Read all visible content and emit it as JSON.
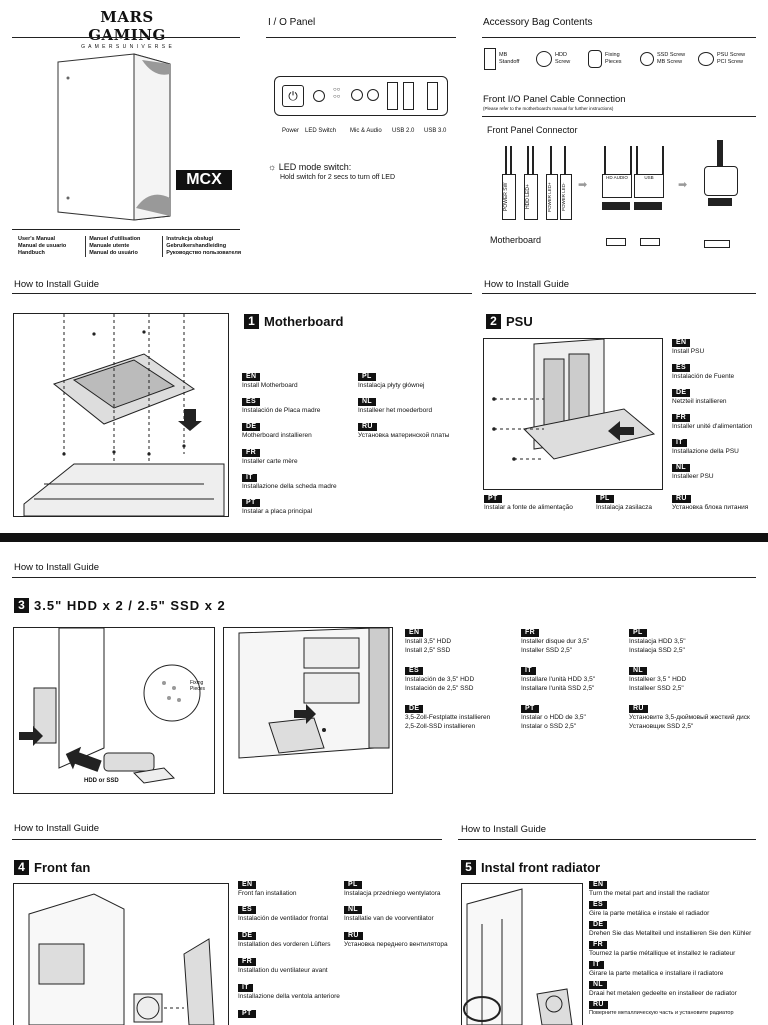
{
  "brand": {
    "name": "MARS GAMING",
    "tagline": "G A M E R S   U N I V E R S E",
    "model": "MCX"
  },
  "manual_titles": {
    "col1": [
      "User's Manual",
      "Manual de usuario",
      "Handbuch"
    ],
    "col2": [
      "Manuel d'utilisation",
      "Manuale utente",
      "Manual do usuário"
    ],
    "col3": [
      "Instrukcja obsługi",
      "Gebruikershandleiding",
      "Руководство пользователя"
    ]
  },
  "io_panel": {
    "title": "I / O Panel",
    "labels": [
      "Power",
      "LED Switch",
      "Mic & Audio",
      "USB 2.0",
      "USB 3.0"
    ],
    "led_title": "LED mode switch:",
    "led_desc": "Hold switch for 2 secs to turn off LED"
  },
  "accessory": {
    "title": "Accessory Bag Contents",
    "items": [
      {
        "l1": "MB",
        "l2": "Standoff"
      },
      {
        "l1": "HDD",
        "l2": "Screw"
      },
      {
        "l1": "Fixing",
        "l2": "Pieces"
      },
      {
        "l1": "SSD Screw",
        "l2": "MB Screw"
      },
      {
        "l1": "PSU Screw",
        "l2": "PCI Screw"
      }
    ]
  },
  "front_io": {
    "title": "Front I/O Panel Cable Connection",
    "note": "(Please refer to the motherboard's manual for further instructions)",
    "connector_title": "Front Panel Connector",
    "motherboard": "Motherboard",
    "cables": [
      "POWER SW",
      "HDD LED+",
      "POWER LED+",
      "POWER LED-"
    ],
    "plug_labels": [
      "HD AUDIO",
      "USB"
    ]
  },
  "guide_heading": "How to Install Guide",
  "steps": {
    "s1": {
      "num": "1",
      "title": "Motherboard",
      "langs": [
        {
          "code": "EN",
          "text": "Install Motherboard"
        },
        {
          "code": "PL",
          "text": "Instalacja płyty głównej"
        },
        {
          "code": "ES",
          "text": "Instalación de Placa madre"
        },
        {
          "code": "NL",
          "text": "Installeer het moederbord"
        },
        {
          "code": "DE",
          "text": "Motherboard installieren"
        },
        {
          "code": "RU",
          "text": "Установка материнской платы"
        },
        {
          "code": "FR",
          "text": "Installer carte mère"
        },
        {
          "code": "IT",
          "text": "Installazione della scheda madre"
        },
        {
          "code": "PT",
          "text": "Instalar a placa principal"
        }
      ]
    },
    "s2": {
      "num": "2",
      "title": "PSU",
      "langs": [
        {
          "code": "EN",
          "text": "Install PSU"
        },
        {
          "code": "ES",
          "text": "Instalación de Fuente"
        },
        {
          "code": "DE",
          "text": "Netzteil installieren"
        },
        {
          "code": "FR",
          "text": "Installer unité d'alimentation"
        },
        {
          "code": "IT",
          "text": "Installazione della PSU"
        },
        {
          "code": "NL",
          "text": "Installeer PSU"
        },
        {
          "code": "PT",
          "text": "Instalar a fonte de alimentação"
        },
        {
          "code": "PL",
          "text": "Instalacja zasilacza"
        },
        {
          "code": "RU",
          "text": "Установка блока питания"
        }
      ]
    },
    "s3": {
      "num": "3",
      "title": "3.5\" HDD x 2 / 2.5\" SSD x 2",
      "fig_label": "HDD or SSD",
      "fixing": [
        "Fixing",
        "Pieces"
      ],
      "langs": [
        {
          "code": "EN",
          "l1": "Install 3,5\" HDD",
          "l2": "Install 2,5\" SSD"
        },
        {
          "code": "FR",
          "l1": "Installer disque dur 3,5\"",
          "l2": "Installer SSD 2,5\""
        },
        {
          "code": "PL",
          "l1": "Instalacja HDD 3,5\"",
          "l2": "Instalacja SSD 2,5\""
        },
        {
          "code": "ES",
          "l1": "Instalación de 3,5\" HDD",
          "l2": "Instalación de 2,5\" SSD"
        },
        {
          "code": "IT",
          "l1": "Installare l'unità HDD 3,5\"",
          "l2": "Installare l'unità SSD 2,5\""
        },
        {
          "code": "NL",
          "l1": "Installeer 3,5 \" HDD",
          "l2": "Installeer  SSD 2,5\""
        },
        {
          "code": "DE",
          "l1": "3,5-Zoll-Festplatte installieren",
          "l2": "2,5-Zoll-SSD installieren"
        },
        {
          "code": "PT",
          "l1": "Instalar o HDD de 3,5\"",
          "l2": "Instalar o SSD 2,5\""
        },
        {
          "code": "RU",
          "l1": "Установите 3,5-дюймовый жесткий диск",
          "l2": "Установщик SSD 2,5\""
        }
      ]
    },
    "s4": {
      "num": "4",
      "title": "Front fan",
      "langs": [
        {
          "code": "EN",
          "text": "Front fan installation"
        },
        {
          "code": "PL",
          "text": "Instalacja przedniego wentylatora"
        },
        {
          "code": "ES",
          "text": "Instalación de ventilador frontal"
        },
        {
          "code": "NL",
          "text": "Installatie van de voorventilator"
        },
        {
          "code": "DE",
          "text": "Installation des vorderen Lüfters"
        },
        {
          "code": "RU",
          "text": "Установка переднего вентилятора"
        },
        {
          "code": "FR",
          "text": "Installation du ventilateur avant"
        },
        {
          "code": "IT",
          "text": "Installazione della ventola anteriore"
        },
        {
          "code": "PT",
          "text": ""
        }
      ]
    },
    "s5": {
      "num": "5",
      "title": "Instal front radiator",
      "langs": [
        {
          "code": "EN",
          "text": "Turn the metal part and install the radiator"
        },
        {
          "code": "ES",
          "text": "Gire la parte metálica e instale el radiador"
        },
        {
          "code": "DE",
          "text": "Drehen Sie das Metallteil und installieren Sie den Kühler"
        },
        {
          "code": "FR",
          "text": "Tournez la partie métallique et installez le radiateur"
        },
        {
          "code": "IT",
          "text": "Girare la parte metallica e installare il radiatore"
        },
        {
          "code": "NL",
          "text": "Draai het metalen gedeelte en installeer de radiator"
        },
        {
          "code": "RU",
          "text": "Поверните металлическую часть и установите радиатор"
        }
      ]
    }
  }
}
